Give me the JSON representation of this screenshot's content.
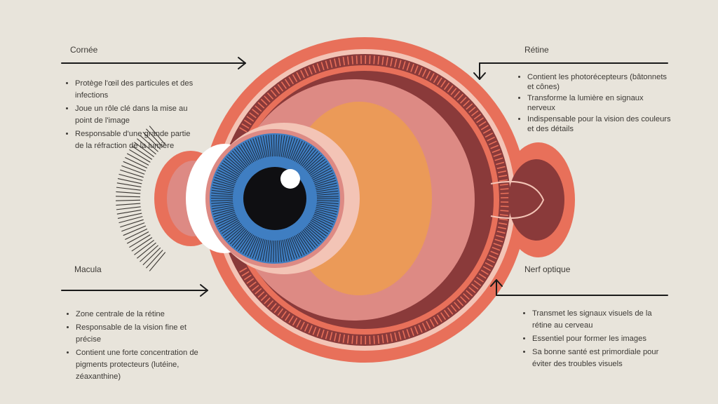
{
  "colors": {
    "background": "#e8e4db",
    "outer_ring": "#e8705a",
    "sclera_pink": "#dd8a84",
    "dark_red": "#8a3a3a",
    "lens_orange": "#eb9a58",
    "light_pink": "#f3c4b6",
    "iris_blue": "#3f7ec2",
    "pupil": "#0f0f12",
    "text": "#3d3a36"
  },
  "sections": {
    "cornea": {
      "title": "Cornée",
      "items": [
        "Protège l'œil des particules et des infections",
        "Joue un rôle clé dans la mise au point de l'image",
        "Responsable d'une grande partie de la réfraction de la lumière"
      ]
    },
    "retina": {
      "title": "Rétine",
      "items": [
        "Contient les photorécepteurs (bâtonnets et cônes)",
        "Transforme la lumière en signaux nerveux",
        "Indispensable pour la vision des couleurs et des détails"
      ]
    },
    "macula": {
      "title": "Macula",
      "items": [
        "Zone centrale de la rétine",
        "Responsable de la vision fine et précise",
        "Contient une forte concentration de pigments protecteurs (lutéine, zéaxanthine)"
      ]
    },
    "optic_nerve": {
      "title": "Nerf optique",
      "items": [
        "Transmet les signaux visuels de la rétine au cerveau",
        "Essentiel pour former les images",
        "Sa bonne santé est primordiale pour éviter des troubles visuels"
      ]
    }
  }
}
